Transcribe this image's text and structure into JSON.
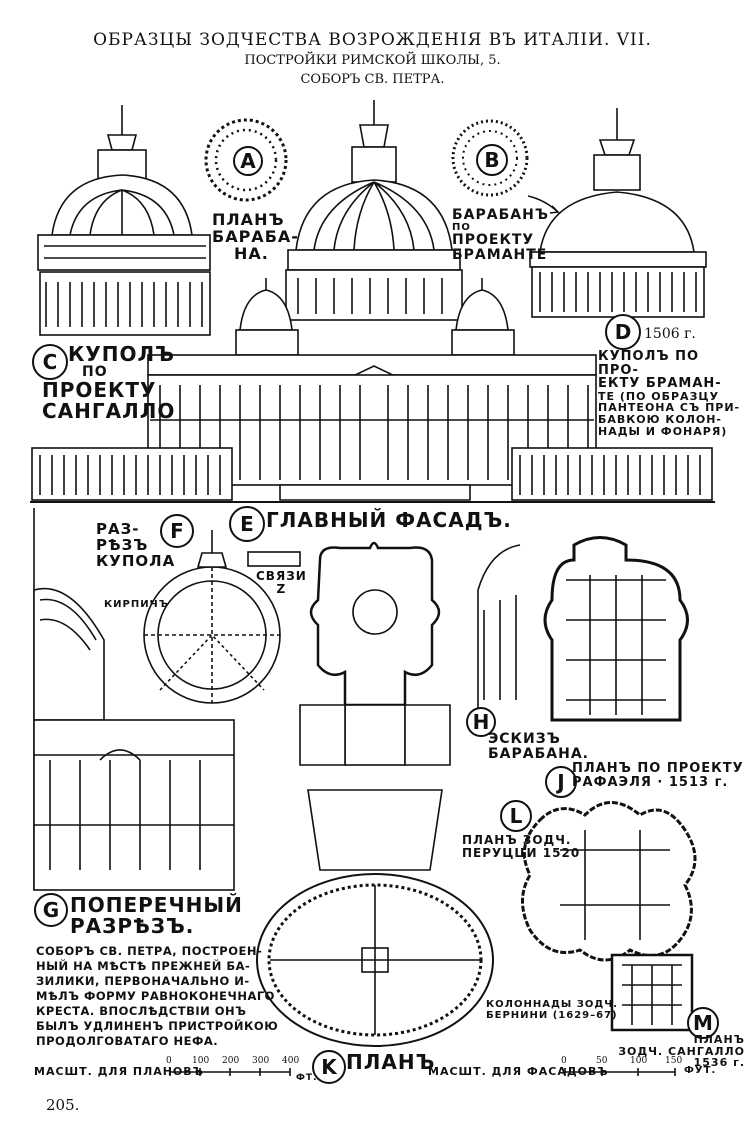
{
  "title": {
    "line1": "ОБРАЗЦЫ ЗОДЧЕСТВА ВОЗРОЖДЕНІЯ ВЪ ИТАЛІИ. VII.",
    "line2": "ПОСТРОЙКИ РИМСКОЙ ШКОЛЫ, 5.",
    "line3": "СОБОРЪ СВ. ПЕТРА."
  },
  "labels": {
    "A": "A",
    "B": "B",
    "C": "C",
    "D": "D",
    "E": "E",
    "F": "F",
    "G": "G",
    "H": "H",
    "J": "J",
    "K": "K",
    "L": "L",
    "M": "M"
  },
  "captions": {
    "plan_barabana": [
      "ПЛАНЪ",
      "БАРАБА-",
      "НА."
    ],
    "baraban_bramante": [
      "БАРАБАНЪ",
      "ПО",
      "ПРОЕКТУ",
      "БРАМАНТЕ"
    ],
    "d_year": "1506 г.",
    "kupol_bramante": [
      "КУПОЛЪ ПО ПРО-",
      "ЕКТУ БРАМАН-",
      "ТЕ (ПО ОБРАЗЦУ",
      "ПАНТЕОНА СЪ ПРИ-",
      "БАВКОЮ КОЛОН-",
      "НАДЫ И ФОНАРЯ)"
    ],
    "kupol_sangallo": [
      "КУПОЛЪ",
      "ПО",
      "ПРОЕКТУ",
      "САНГАЛЛО"
    ],
    "glavny_fasad": "ГЛАВНЫЙ ФАСАДЪ.",
    "razrez_kupola": [
      "РАЗ-",
      "РѢЗЪ",
      "КУПОЛА"
    ],
    "svyazi": [
      "СВЯЗИ",
      "Z"
    ],
    "kirpich": "КИРПИЧЪ",
    "eskiz_barabana": [
      "ЭСКИЗЪ",
      "БАРАБАНА."
    ],
    "plan_rafaelya": [
      "ПЛАНЪ ПО ПРОЕКТУ",
      "РАФАЭЛЯ · 1513 г."
    ],
    "plan_peruzzi": [
      "ПЛАНЪ ЗОДЧ.",
      "ПЕРУЦЦИ 1520"
    ],
    "poperechny_razrez": [
      "ПОПЕРЕЧНЫЙ",
      "РАЗРѢЗЪ."
    ],
    "description": [
      "СОБОРЪ СВ. ПЕТРА, ПОСТРОЕН-",
      "НЫЙ НА МѢСТѢ ПРЕЖНЕЙ БА-",
      "ЗИЛИКИ, ПЕРВОНАЧАЛЬНО И-",
      "МѢЛЪ ФОРМУ РАВНОКОНЕЧНАГО",
      "КРЕСТА. ВПОСЛѢДСТВІИ ОНЪ",
      "БЫЛЪ УДЛИНЕНЪ ПРИСТРОЙКОЮ",
      "ПРОДОЛГОВАТАГО НЕФА."
    ],
    "kolonnady_bernini": [
      "КОЛОННАДЫ ЗОДЧ.",
      "БЕРНИНИ (1629–67)"
    ],
    "plan_k": "ПЛАНЪ",
    "plan_sangallo": [
      "ПЛАНЪ",
      "ЗОДЧ. САНГАЛЛО 1536 г."
    ],
    "scale_plans": "МАСШТ. ДЛЯ ПЛАНОВЪ",
    "scale_plans_ticks": [
      "0",
      "100",
      "200",
      "300",
      "400"
    ],
    "scale_plans_unit": "ФТ.",
    "scale_facades": "МАСШТ. ДЛЯ ФАСАДОВЪ",
    "scale_facades_ticks": [
      "0",
      "50",
      "100",
      "150"
    ],
    "scale_facades_unit": "ФУТ.",
    "page_number": "205."
  }
}
